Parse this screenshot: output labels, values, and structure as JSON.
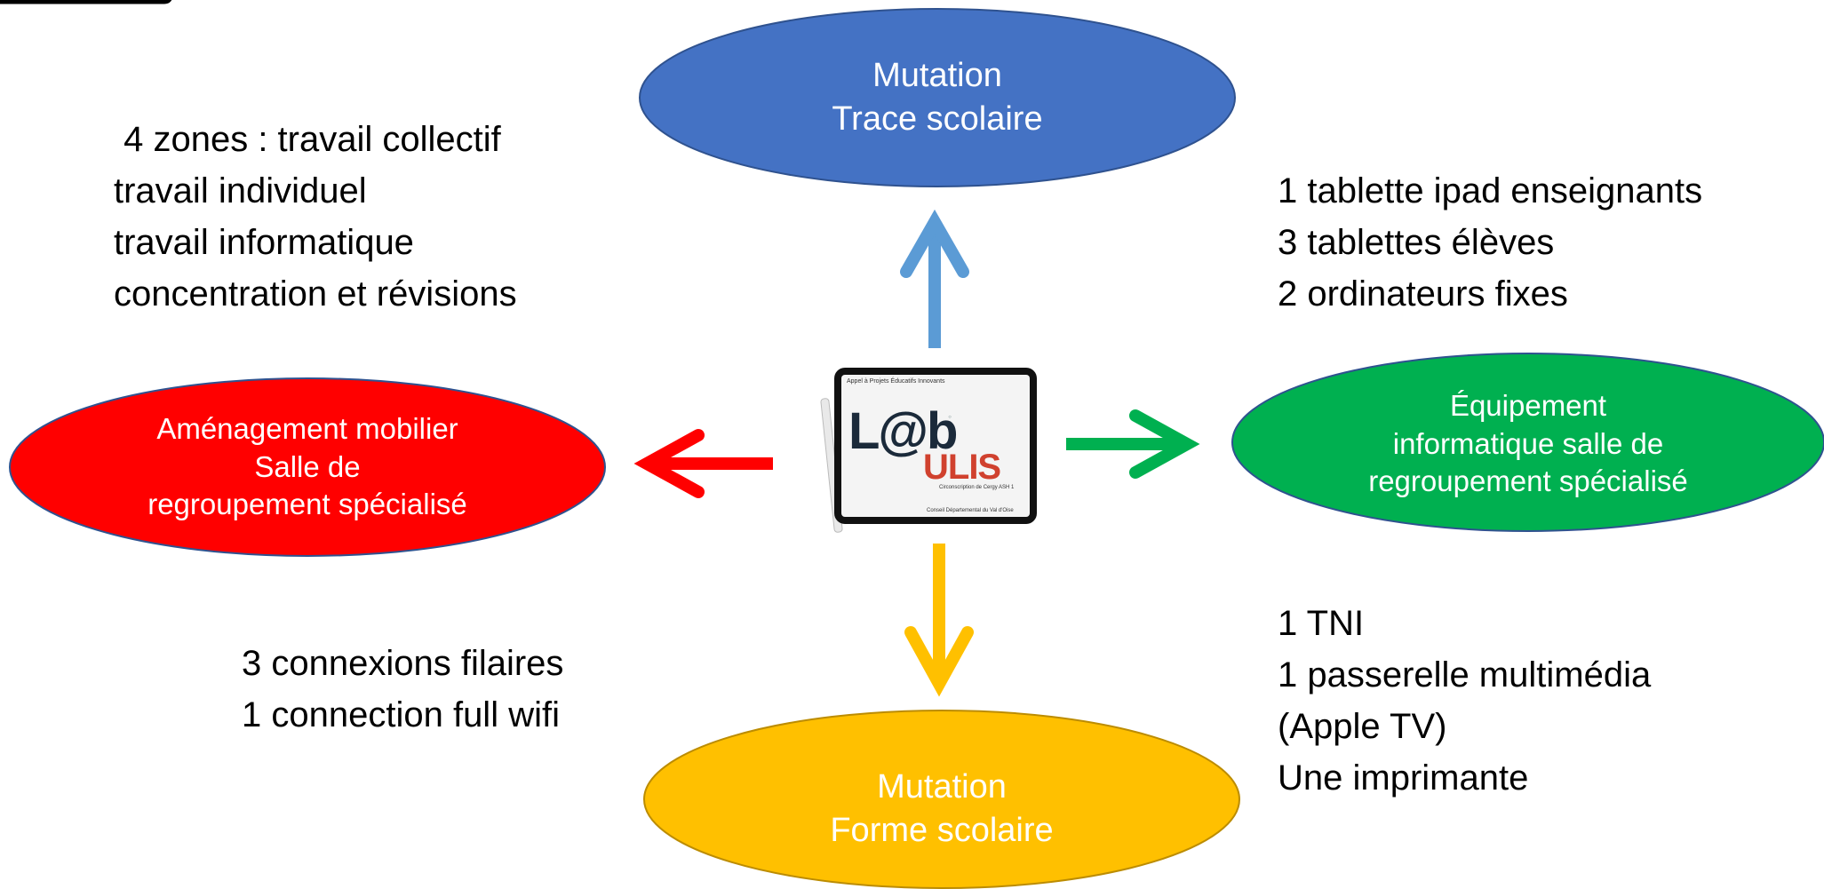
{
  "diagram": {
    "top_ellipse": {
      "lines": [
        "Mutation",
        "Trace scolaire"
      ],
      "fill": "#4472c4",
      "text_color": "#ffffff"
    },
    "bottom_ellipse": {
      "lines": [
        "Mutation",
        "Forme scolaire"
      ],
      "fill": "#ffc000",
      "text_color": "#ffffff"
    },
    "left_ellipse": {
      "lines": [
        "Aménagement mobilier",
        "Salle de",
        "regroupement spécialisé"
      ],
      "fill": "#ff0000",
      "text_color": "#ffffff"
    },
    "right_ellipse": {
      "lines": [
        "Équipement",
        "informatique salle de",
        "regroupement spécialisé"
      ],
      "fill": "#00b050",
      "text_color": "#ffffff"
    },
    "arrows": {
      "up_color": "#5b9bd5",
      "down_color": "#ffc000",
      "left_color": "#ff0000",
      "right_color": "#00b050"
    },
    "top_left_text": [
      " 4 zones : travail collectif",
      "travail individuel",
      "travail informatique",
      "concentration et révisions"
    ],
    "top_right_text": [
      "1 tablette ipad enseignants",
      "3 tablettes élèves",
      "2 ordinateurs fixes"
    ],
    "bottom_left_text": [
      "3 connexions filaires",
      "1 connection full wifi"
    ],
    "bottom_right_text": [
      "1 TNI",
      "1 passerelle multimédia",
      "(Apple TV)",
      "Une imprimante"
    ],
    "logo": {
      "header": "Appel à Projets Éducatifs Innovants",
      "lab": "L@b",
      "ulis": "ULIS",
      "circonscription": "Circonscription de Cergy ASH 1",
      "conseil": "Conseil Départemental du Val d'Oise"
    }
  }
}
